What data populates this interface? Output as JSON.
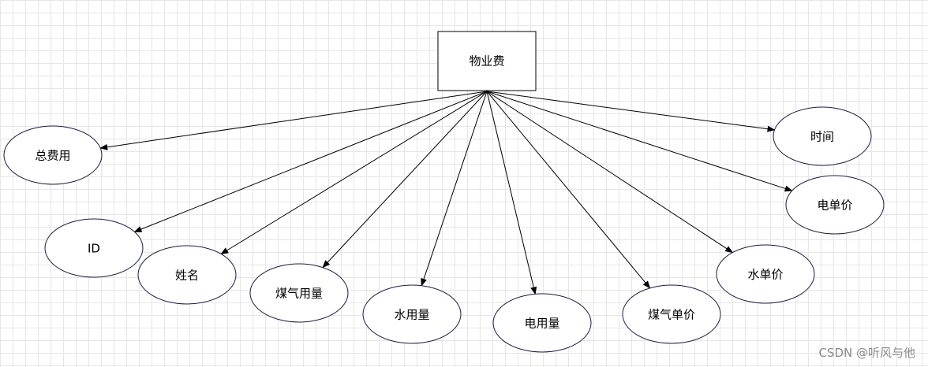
{
  "diagram": {
    "root": {
      "label": "物业费"
    },
    "attributes": [
      {
        "key": "total_fee",
        "label": "总费用"
      },
      {
        "key": "id",
        "label": "ID"
      },
      {
        "key": "name",
        "label": "姓名"
      },
      {
        "key": "gas_usage",
        "label": "煤气用量"
      },
      {
        "key": "water_usage",
        "label": "水用量"
      },
      {
        "key": "electric_usage",
        "label": "电用量"
      },
      {
        "key": "gas_price",
        "label": "煤气单价"
      },
      {
        "key": "water_price",
        "label": "水单价"
      },
      {
        "key": "electric_price",
        "label": "电单价"
      },
      {
        "key": "time",
        "label": "时间"
      }
    ]
  },
  "watermark": "CSDN @听风与他",
  "colors": {
    "ellipse_stroke": "#1a1a4a",
    "rect_stroke": "#000000",
    "edge": "#000000",
    "grid": "#e6e6e6"
  }
}
